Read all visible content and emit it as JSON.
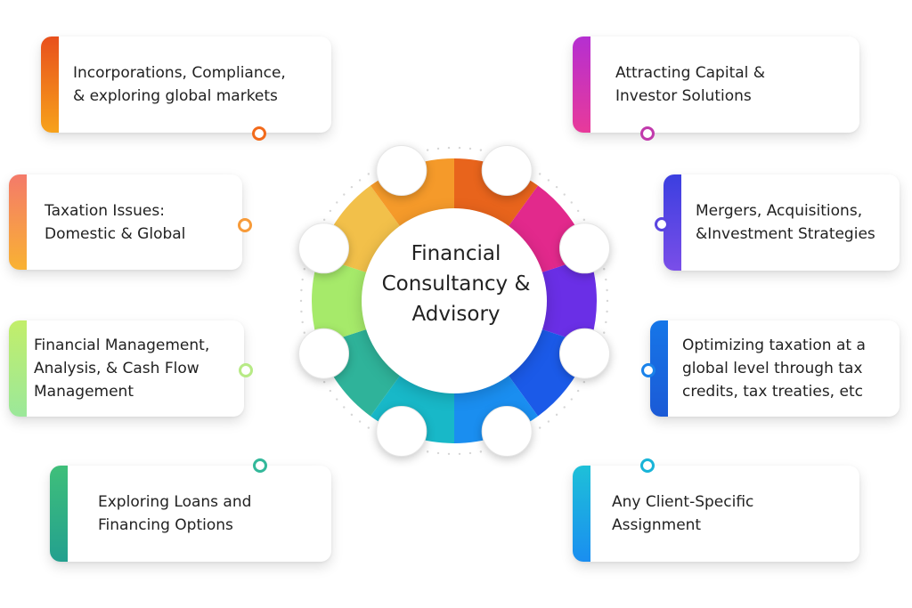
{
  "center": {
    "line1": "Financial",
    "line2": "Consultancy &",
    "line3": "Advisory"
  },
  "services": [
    {
      "label": "Incorporations, Compliance,\n& exploring global markets",
      "colors": [
        "#e8501c",
        "#f7a21b"
      ],
      "dot_color": "#f26a1b"
    },
    {
      "label": "Taxation Issues:\nDomestic & Global",
      "colors": [
        "#f47a6a",
        "#f9b233"
      ],
      "dot_color": "#f79b3a"
    },
    {
      "label": "Financial Management,\nAnalysis, & Cash Flow\nManagement",
      "colors": [
        "#c2ee6a",
        "#9be89a"
      ],
      "dot_color": "#b7ea85"
    },
    {
      "label": "Exploring Loans and\nFinancing Options",
      "colors": [
        "#3fbf7a",
        "#23a08f"
      ],
      "dot_color": "#33b89a"
    },
    {
      "label": "Attracting Capital &\nInvestor Solutions",
      "colors": [
        "#b52fd1",
        "#e83a9a"
      ],
      "dot_color": "#c13aac"
    },
    {
      "label": "Mergers, Acquisitions,\n&Investment Strategies",
      "colors": [
        "#3b3fe0",
        "#7a4ee8"
      ],
      "dot_color": "#5a45e0"
    },
    {
      "label": "Optimizing taxation at a\nglobal level through tax\ncredits, tax treaties, etc",
      "colors": [
        "#1676e8",
        "#1b5ad6"
      ],
      "dot_color": "#1a82ea"
    },
    {
      "label": "Any Client-Specific\nAssignment",
      "colors": [
        "#1ec0d8",
        "#1a8ef0"
      ],
      "dot_color": "#18b4d8"
    }
  ],
  "wheel_colors": [
    "#e8641c",
    "#e2298c",
    "#6a2fe6",
    "#1b5ae8",
    "#1a8ef0",
    "#18b8c8",
    "#2fb39a",
    "#a6ea6a",
    "#f2c04a",
    "#f59a2a"
  ]
}
